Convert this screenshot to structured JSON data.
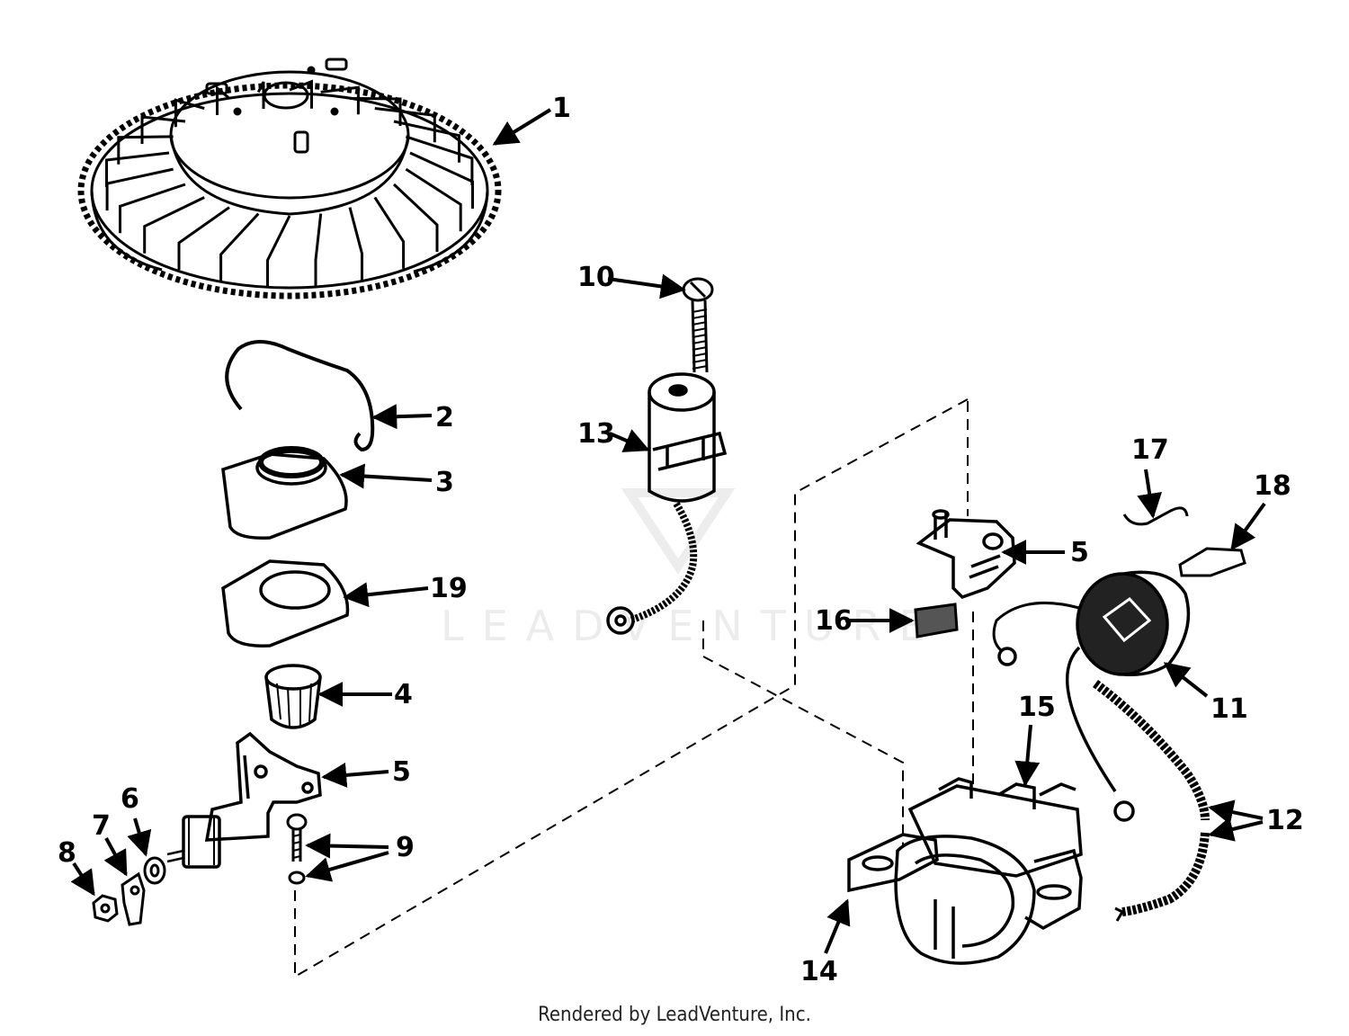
{
  "callouts": [
    {
      "id": "c1",
      "text": "1"
    },
    {
      "id": "c2",
      "text": "2"
    },
    {
      "id": "c3",
      "text": "3"
    },
    {
      "id": "c19",
      "text": "19"
    },
    {
      "id": "c4",
      "text": "4"
    },
    {
      "id": "c5a",
      "text": "5"
    },
    {
      "id": "c6",
      "text": "6"
    },
    {
      "id": "c7",
      "text": "7"
    },
    {
      "id": "c8",
      "text": "8"
    },
    {
      "id": "c9",
      "text": "9"
    },
    {
      "id": "c10",
      "text": "10"
    },
    {
      "id": "c13",
      "text": "13"
    },
    {
      "id": "c5b",
      "text": "5"
    },
    {
      "id": "c16",
      "text": "16"
    },
    {
      "id": "c17",
      "text": "17"
    },
    {
      "id": "c18",
      "text": "18"
    },
    {
      "id": "c11",
      "text": "11"
    },
    {
      "id": "c15",
      "text": "15"
    },
    {
      "id": "c12",
      "text": "12"
    },
    {
      "id": "c14",
      "text": "14"
    }
  ],
  "watermark": "LEADVENTURE",
  "footer": "Rendered by LeadVenture, Inc.",
  "colors": {
    "ink": "#000000",
    "background": "#ffffff"
  }
}
